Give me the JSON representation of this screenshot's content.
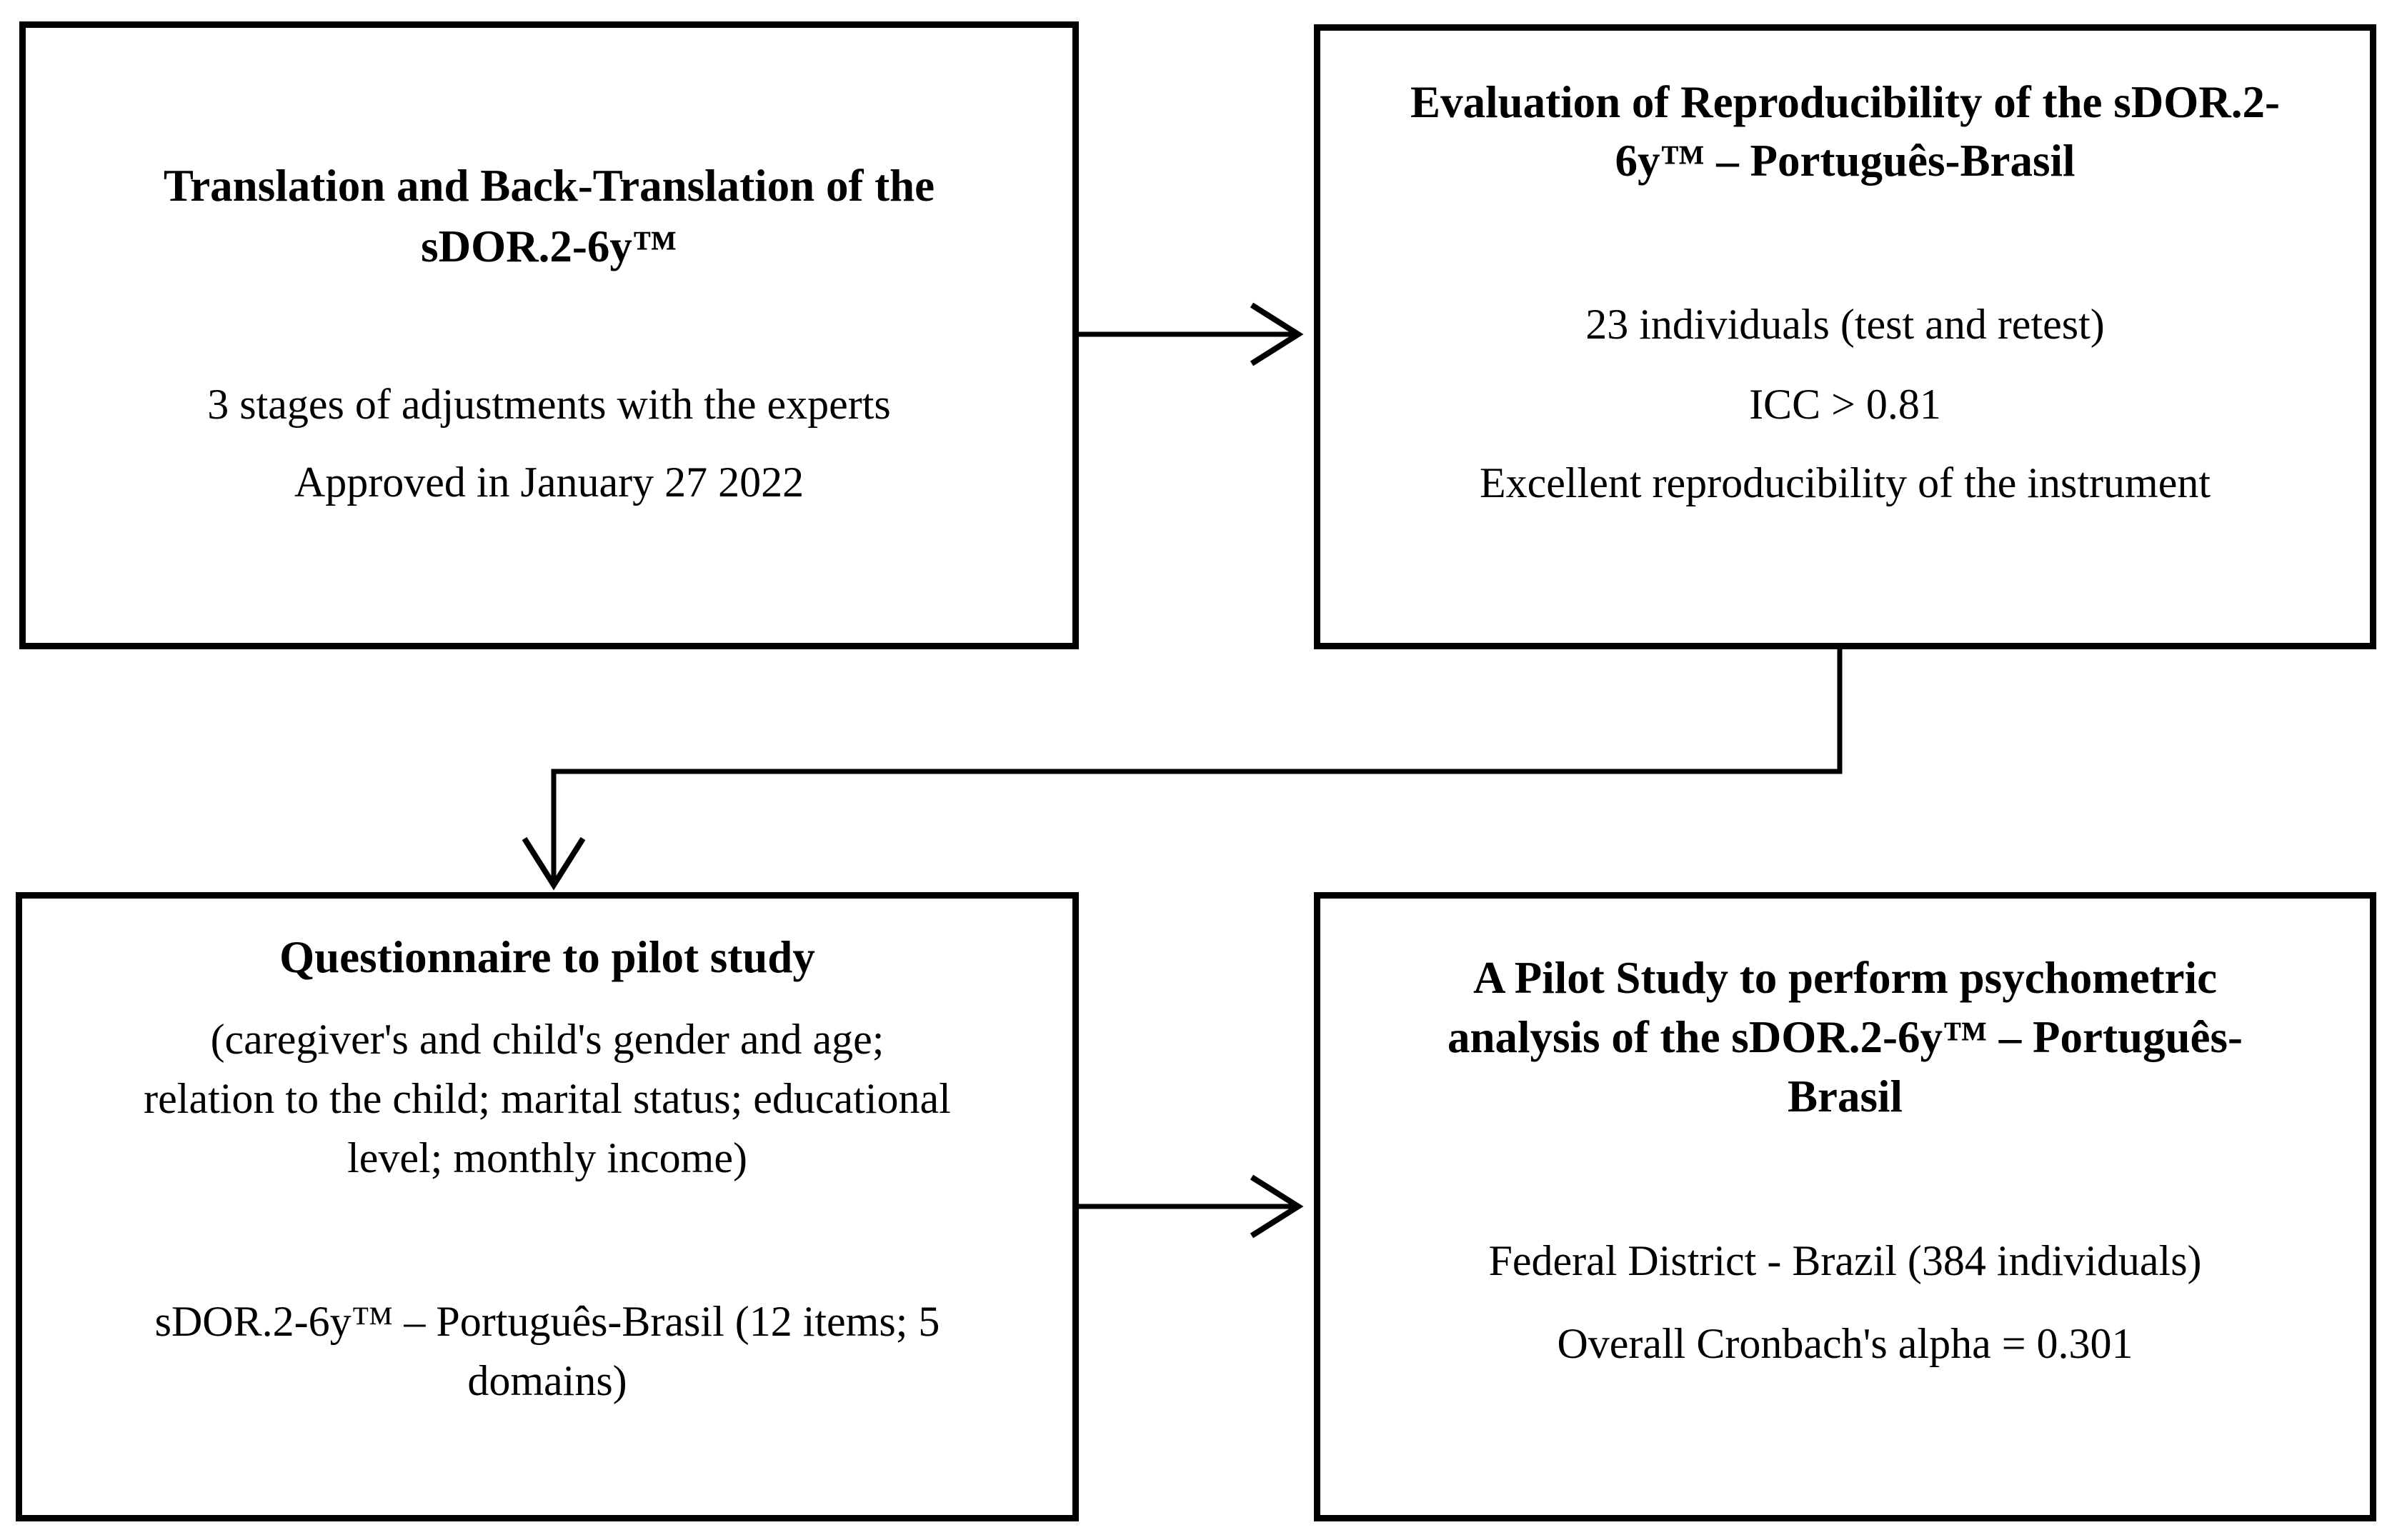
{
  "flowchart": {
    "colors": {
      "background": "#ffffff",
      "line": "#000000",
      "text": "#000000"
    },
    "boxes": [
      {
        "id": "translation",
        "title_lines": [
          "Translation and Back-Translation of the",
          "sDOR.2-6y™"
        ],
        "body_lines": [
          "3 stages of adjustments with the experts",
          "Approved in January 27 2022"
        ]
      },
      {
        "id": "reproducibility",
        "title_lines": [
          "Evaluation of Reproducibility of the sDOR.2-",
          "6y™ – Português-Brasil"
        ],
        "body_lines": [
          "23 individuals (test and retest)",
          "ICC > 0.81",
          "Excellent reproducibility of the instrument"
        ]
      },
      {
        "id": "questionnaire",
        "title_lines": [
          "Questionnaire to pilot study"
        ],
        "paragraph1_lines": [
          "(caregiver's and child's gender and age;",
          "relation to the child; marital status; educational",
          "level; monthly income)"
        ],
        "paragraph2_lines": [
          "sDOR.2-6y™ – Português-Brasil (12 items; 5",
          "domains)"
        ]
      },
      {
        "id": "pilot-study",
        "title_lines": [
          "A Pilot Study to perform psychometric",
          "analysis of the sDOR.2-6y™ – Português-",
          "Brasil"
        ],
        "body_lines": [
          "Federal District - Brazil (384 individuals)",
          "Overall Cronbach's alpha = 0.301"
        ]
      }
    ]
  }
}
